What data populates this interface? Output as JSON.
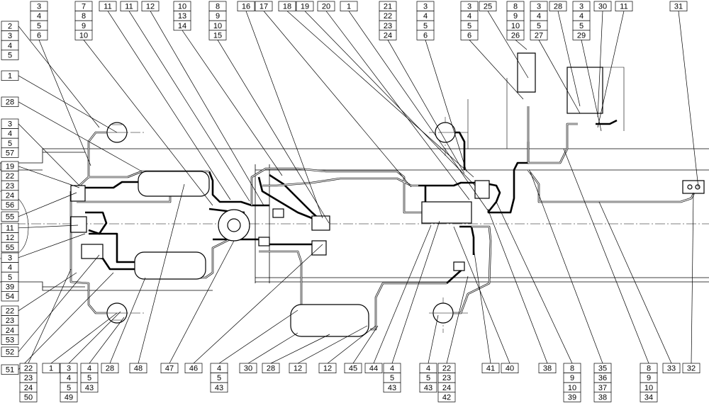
{
  "diagram": {
    "callout_stacks": [
      {
        "id": "top-a",
        "items": [
          "3",
          "4",
          "5",
          "6"
        ]
      },
      {
        "id": "top-b",
        "items": [
          "7",
          "8",
          "9",
          "10"
        ]
      },
      {
        "id": "top-c",
        "items": [
          "11"
        ]
      },
      {
        "id": "top-d",
        "items": [
          "11"
        ]
      },
      {
        "id": "top-e",
        "items": [
          "12"
        ]
      },
      {
        "id": "top-f",
        "items": [
          "10",
          "13",
          "14"
        ]
      },
      {
        "id": "top-g",
        "items": [
          "8",
          "9",
          "10",
          "15"
        ]
      },
      {
        "id": "top-h",
        "items": [
          "16"
        ]
      },
      {
        "id": "top-i",
        "items": [
          "17"
        ]
      },
      {
        "id": "top-j",
        "items": [
          "18"
        ]
      },
      {
        "id": "top-k",
        "items": [
          "19"
        ]
      },
      {
        "id": "top-l",
        "items": [
          "20"
        ]
      },
      {
        "id": "top-m",
        "items": [
          "1"
        ]
      },
      {
        "id": "top-n",
        "items": [
          "21",
          "22",
          "23",
          "24"
        ]
      },
      {
        "id": "top-o",
        "items": [
          "3",
          "4",
          "5",
          "6"
        ]
      },
      {
        "id": "top-p",
        "items": [
          "3",
          "4",
          "5",
          "6"
        ]
      },
      {
        "id": "top-q",
        "items": [
          "25"
        ]
      },
      {
        "id": "top-r",
        "items": [
          "8",
          "9",
          "10",
          "26"
        ]
      },
      {
        "id": "top-s",
        "items": [
          "3",
          "4",
          "5",
          "27"
        ]
      },
      {
        "id": "top-t",
        "items": [
          "28"
        ]
      },
      {
        "id": "top-u",
        "items": [
          "3",
          "4",
          "5",
          "29"
        ]
      },
      {
        "id": "top-v",
        "items": [
          "30"
        ]
      },
      {
        "id": "top-w",
        "items": [
          "11"
        ]
      },
      {
        "id": "top-x",
        "items": [
          "31"
        ]
      },
      {
        "id": "left-a",
        "items": [
          "2",
          "3",
          "4",
          "5"
        ]
      },
      {
        "id": "left-b",
        "items": [
          "1"
        ]
      },
      {
        "id": "left-c",
        "items": [
          "28"
        ]
      },
      {
        "id": "left-d",
        "items": [
          "3",
          "4",
          "5",
          "57"
        ]
      },
      {
        "id": "left-e",
        "items": [
          "19",
          "22",
          "23",
          "24",
          "56"
        ]
      },
      {
        "id": "left-f",
        "items": [
          "55"
        ]
      },
      {
        "id": "left-g",
        "items": [
          "11",
          "12",
          "55"
        ]
      },
      {
        "id": "left-h",
        "items": [
          "3",
          "4",
          "5",
          "39",
          "54"
        ]
      },
      {
        "id": "left-i",
        "items": [
          "22",
          "23",
          "24",
          "53"
        ]
      },
      {
        "id": "left-j",
        "items": [
          "52"
        ]
      },
      {
        "id": "left-k",
        "items": [
          "51"
        ]
      },
      {
        "id": "bot-a",
        "items": [
          "22",
          "23",
          "24",
          "50"
        ]
      },
      {
        "id": "bot-b",
        "items": [
          "1"
        ]
      },
      {
        "id": "bot-c",
        "items": [
          "3",
          "4",
          "5",
          "49"
        ]
      },
      {
        "id": "bot-d",
        "items": [
          "4",
          "5",
          "43"
        ]
      },
      {
        "id": "bot-e",
        "items": [
          "28"
        ]
      },
      {
        "id": "bot-f",
        "items": [
          "48"
        ]
      },
      {
        "id": "bot-g",
        "items": [
          "47"
        ]
      },
      {
        "id": "bot-h",
        "items": [
          "46"
        ]
      },
      {
        "id": "bot-i",
        "items": [
          "4",
          "5",
          "43"
        ]
      },
      {
        "id": "bot-j",
        "items": [
          "30"
        ]
      },
      {
        "id": "bot-k",
        "items": [
          "28"
        ]
      },
      {
        "id": "bot-l",
        "items": [
          "12"
        ]
      },
      {
        "id": "bot-m",
        "items": [
          "12"
        ]
      },
      {
        "id": "bot-n",
        "items": [
          "45"
        ]
      },
      {
        "id": "bot-o",
        "items": [
          "44"
        ]
      },
      {
        "id": "bot-p",
        "items": [
          "4",
          "5",
          "43"
        ]
      },
      {
        "id": "bot-q",
        "items": [
          "4",
          "5",
          "43"
        ]
      },
      {
        "id": "bot-r",
        "items": [
          "22",
          "23",
          "24",
          "42"
        ]
      },
      {
        "id": "bot-s",
        "items": [
          "41"
        ]
      },
      {
        "id": "bot-t",
        "items": [
          "40"
        ]
      },
      {
        "id": "bot-u",
        "items": [
          "38"
        ]
      },
      {
        "id": "bot-v",
        "items": [
          "8",
          "9",
          "10",
          "39"
        ]
      },
      {
        "id": "bot-w",
        "items": [
          "35",
          "36",
          "37",
          "38"
        ]
      },
      {
        "id": "bot-x",
        "items": [
          "8",
          "9",
          "10",
          "34"
        ]
      },
      {
        "id": "bot-y",
        "items": [
          "33"
        ]
      },
      {
        "id": "bot-z",
        "items": [
          "32"
        ]
      }
    ]
  }
}
